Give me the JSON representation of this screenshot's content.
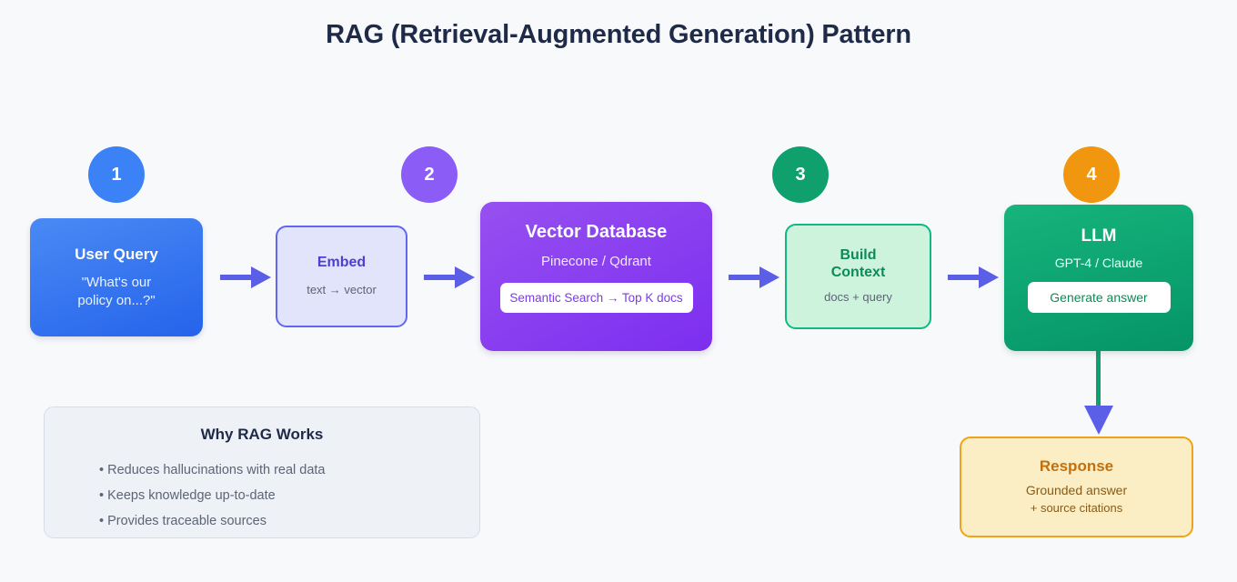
{
  "title": "RAG (Retrieval-Augmented Generation) Pattern",
  "colors": {
    "background": "#f8f9fb",
    "title": "#1e2a47",
    "step1": "#3b82f6",
    "step2": "#8b5cf6",
    "step3": "#10a06e",
    "step4": "#f0960f",
    "arrow": "#5b5fe8",
    "arrow_vertical_line": "#10a06e",
    "blue_box": "#2563eb",
    "purple_box": "#7c2ef0",
    "green_box": "#059467",
    "orange_accent": "#f0a21c"
  },
  "steps": [
    {
      "number": "1",
      "color": "#3b82f6"
    },
    {
      "number": "2",
      "color": "#8b5cf6"
    },
    {
      "number": "3",
      "color": "#10a06e"
    },
    {
      "number": "4",
      "color": "#f0960f"
    }
  ],
  "nodes": {
    "user_query": {
      "title": "User Query",
      "subtitle": "\"What's our\npolicy on...?\"",
      "subtitle_line1": "\"What's our",
      "subtitle_line2": "policy on...?\""
    },
    "embed": {
      "title": "Embed",
      "subtitle": "text → vector"
    },
    "vector_db": {
      "title": "Vector Database",
      "subtitle": "Pinecone / Qdrant",
      "pill": "Semantic Search → Top K docs"
    },
    "build_context": {
      "title_line1": "Build",
      "title_line2": "Context",
      "subtitle": "docs + query"
    },
    "llm": {
      "title": "LLM",
      "subtitle": "GPT-4 / Claude",
      "pill": "Generate answer"
    },
    "response": {
      "title": "Response",
      "subtitle": "Grounded answer",
      "subtitle2": "+ source citations"
    }
  },
  "info_panel": {
    "title": "Why RAG Works",
    "bullets": [
      "• Reduces hallucinations with real data",
      "• Keeps knowledge up-to-date",
      "• Provides traceable sources"
    ]
  }
}
